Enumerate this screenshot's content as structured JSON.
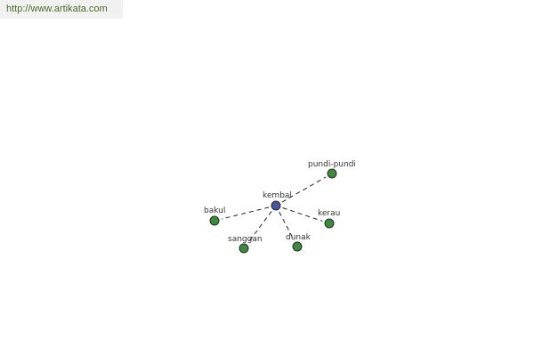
{
  "header": {
    "url": "http://www.artikata.com"
  },
  "colors": {
    "center_node": "#4a55a0",
    "leaf_node": "#3d8a3d",
    "banner_text": "#4a6a2a"
  },
  "graph": {
    "center": {
      "id": "kembal",
      "label": "kembal"
    },
    "leaves": [
      {
        "id": "pundi-pundi",
        "label": "pundi-pundi"
      },
      {
        "id": "bakul",
        "label": "bakul"
      },
      {
        "id": "kerau",
        "label": "kerau"
      },
      {
        "id": "sanggan",
        "label": "sanggan"
      },
      {
        "id": "dunak",
        "label": "dunak"
      }
    ]
  }
}
